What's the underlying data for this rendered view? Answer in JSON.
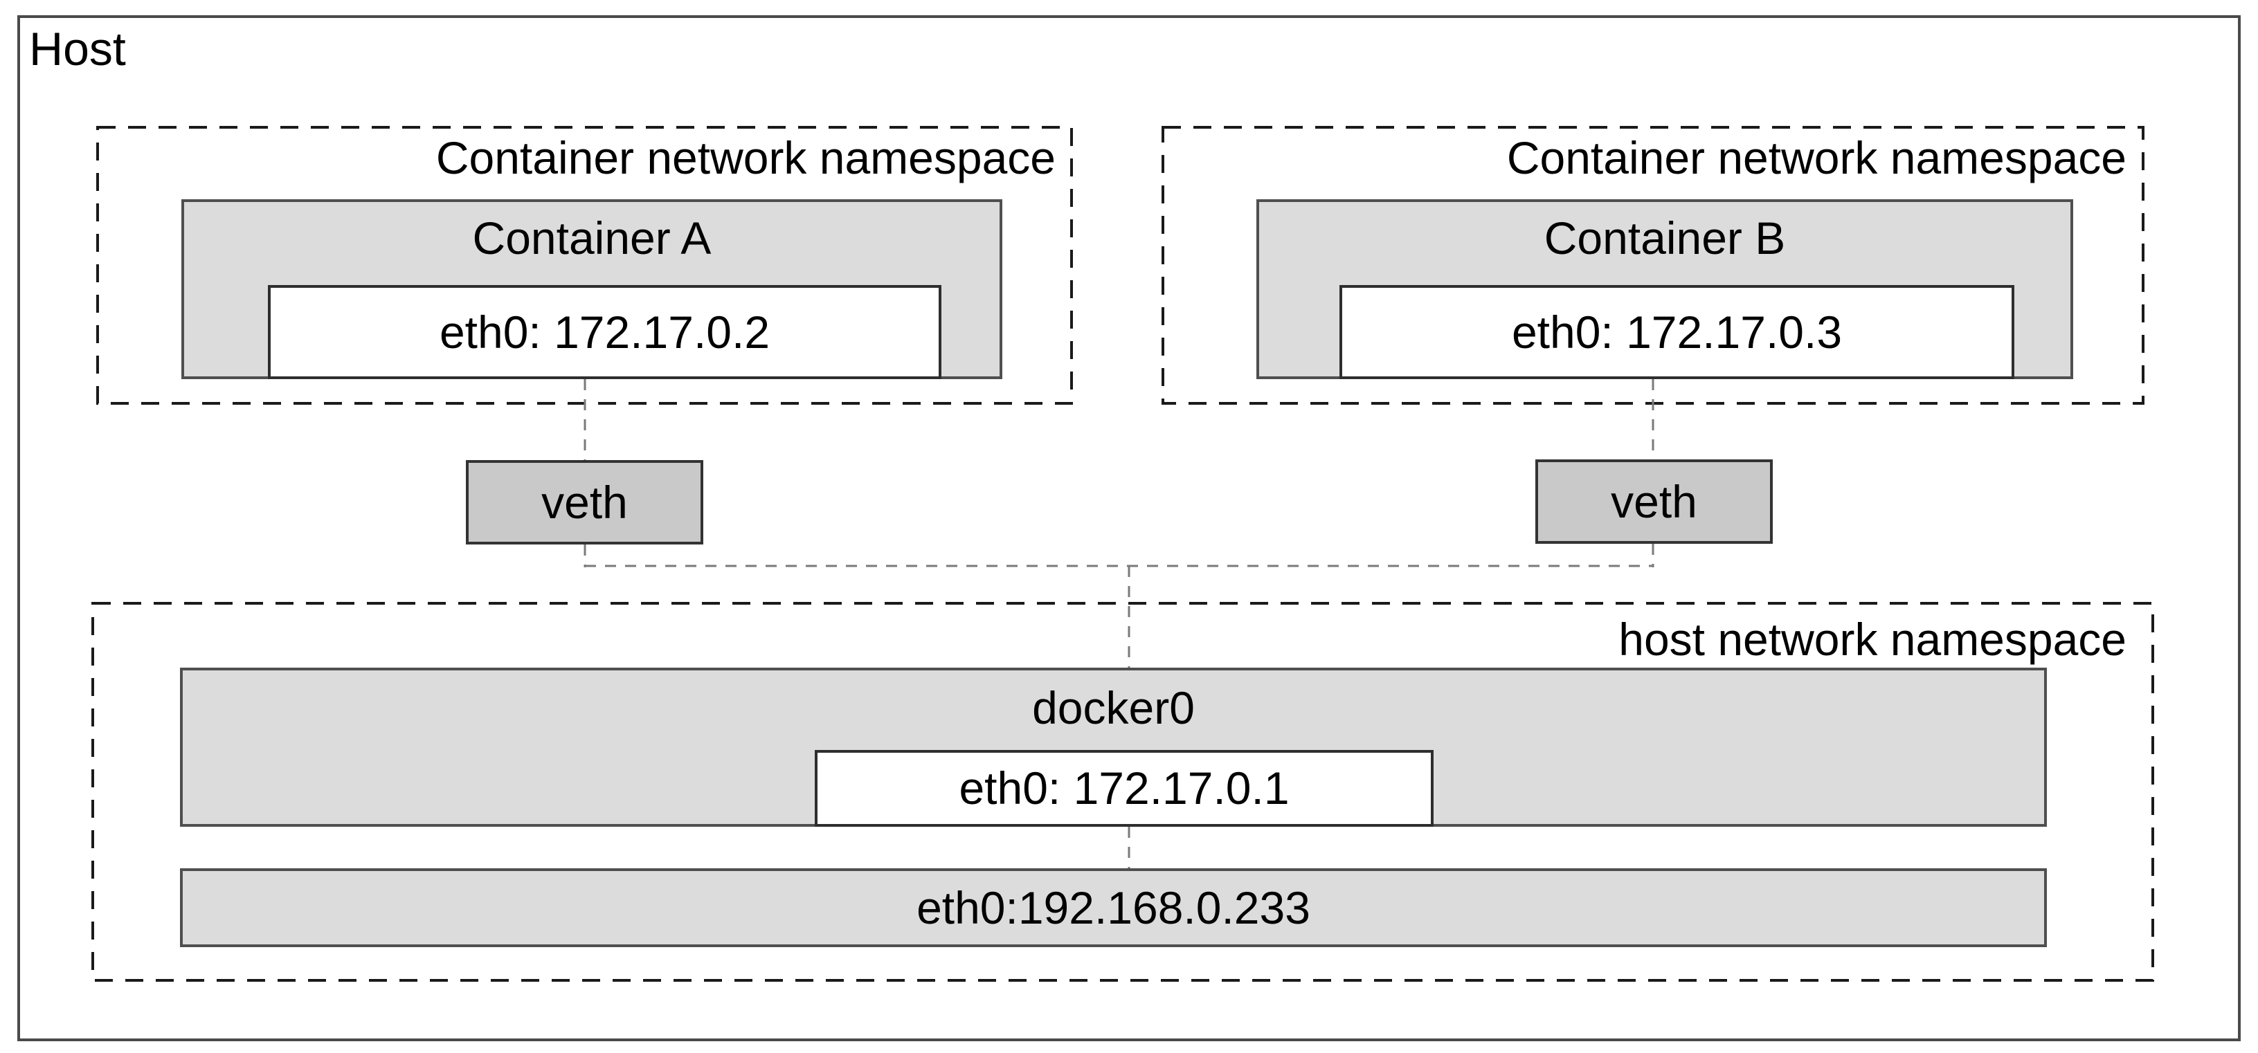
{
  "title": "Host",
  "container_namespaces": [
    {
      "label": "Container network namespace",
      "container_name": "Container A",
      "interface": "eth0: 172.17.0.2"
    },
    {
      "label": "Container network namespace",
      "container_name": "Container B",
      "interface": "eth0: 172.17.0.3"
    }
  ],
  "veths": [
    {
      "label": "veth"
    },
    {
      "label": "veth"
    }
  ],
  "host_namespace": {
    "label": "host network namespace",
    "bridge_name": "docker0",
    "bridge_interface": "eth0: 172.17.0.1",
    "host_interface": "eth0:192.168.0.233"
  },
  "colors": {
    "background": "#ffffff",
    "box_fill": "#dcdcdc",
    "veth_fill": "#c9c9c9",
    "solid_border": "#4a4a4a",
    "dashed_border": "#1a1a1a",
    "connector_line": "#7a7a7a",
    "text": "#000000"
  }
}
